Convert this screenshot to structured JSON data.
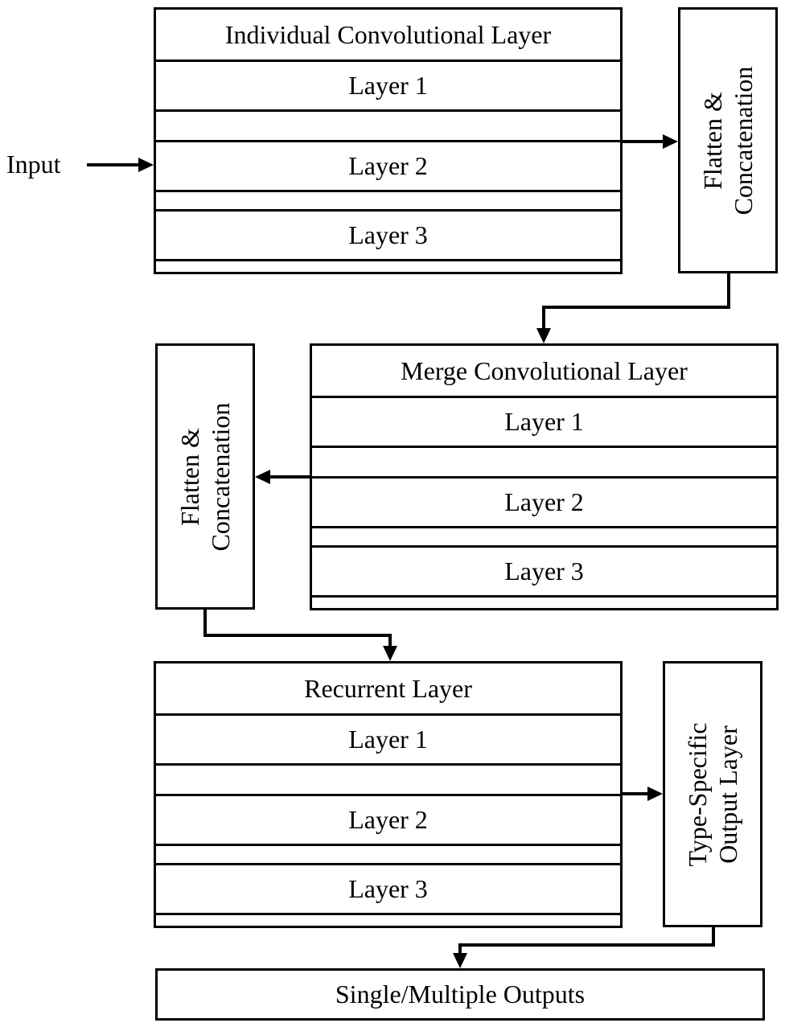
{
  "input_label": "Input",
  "individual_conv": {
    "title": "Individual Convolutional Layer",
    "layers": [
      "Layer 1",
      "Layer 2",
      "Layer 3"
    ]
  },
  "flatten_1": {
    "line1": "Flatten &",
    "line2": "Concatenation"
  },
  "merge_conv": {
    "title": "Merge Convolutional Layer",
    "layers": [
      "Layer 1",
      "Layer 2",
      "Layer 3"
    ]
  },
  "flatten_2": {
    "line1": "Flatten &",
    "line2": "Concatenation"
  },
  "recurrent": {
    "title": "Recurrent Layer",
    "layers": [
      "Layer 1",
      "Layer 2",
      "Layer 3"
    ]
  },
  "type_specific": {
    "line1": "Type-Specific",
    "line2": "Output Layer"
  },
  "outputs": {
    "label": "Single/Multiple Outputs"
  }
}
